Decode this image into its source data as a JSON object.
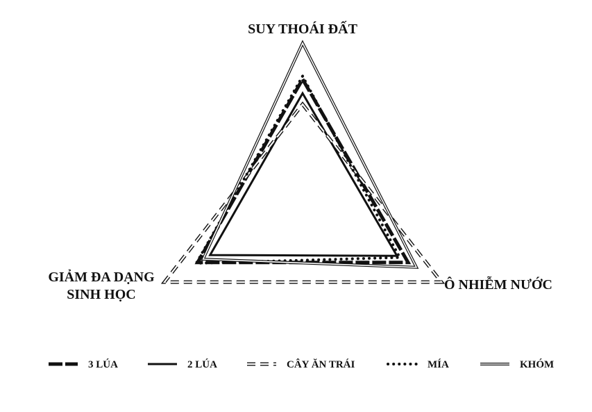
{
  "chart_data": {
    "type": "radar",
    "axes": [
      {
        "label_lines": [
          "SUY THOÁI ĐẤT"
        ]
      },
      {
        "label_lines": [
          "Ô NHIỄM NƯỚC"
        ]
      },
      {
        "label_lines": [
          "GIẢM ĐA DẠNG",
          "SINH HỌC"
        ]
      }
    ],
    "rmax": 1.0,
    "grid": false,
    "legend_position": "bottom",
    "series": [
      {
        "name": "3 LÚA",
        "style": "thick-dashed",
        "values": [
          0.77,
          0.76,
          0.76
        ]
      },
      {
        "name": "2 LÚA",
        "style": "solid",
        "values": [
          0.68,
          0.68,
          0.67
        ]
      },
      {
        "name": "CÂY ĂN TRÁI",
        "style": "double-dashed",
        "values": [
          0.61,
          1.0,
          1.0
        ]
      },
      {
        "name": "MÍA",
        "style": "dotted",
        "values": [
          0.79,
          0.7,
          0.77
        ]
      },
      {
        "name": "KHÓM",
        "style": "double",
        "values": [
          1.0,
          0.82,
          0.72
        ]
      }
    ]
  }
}
